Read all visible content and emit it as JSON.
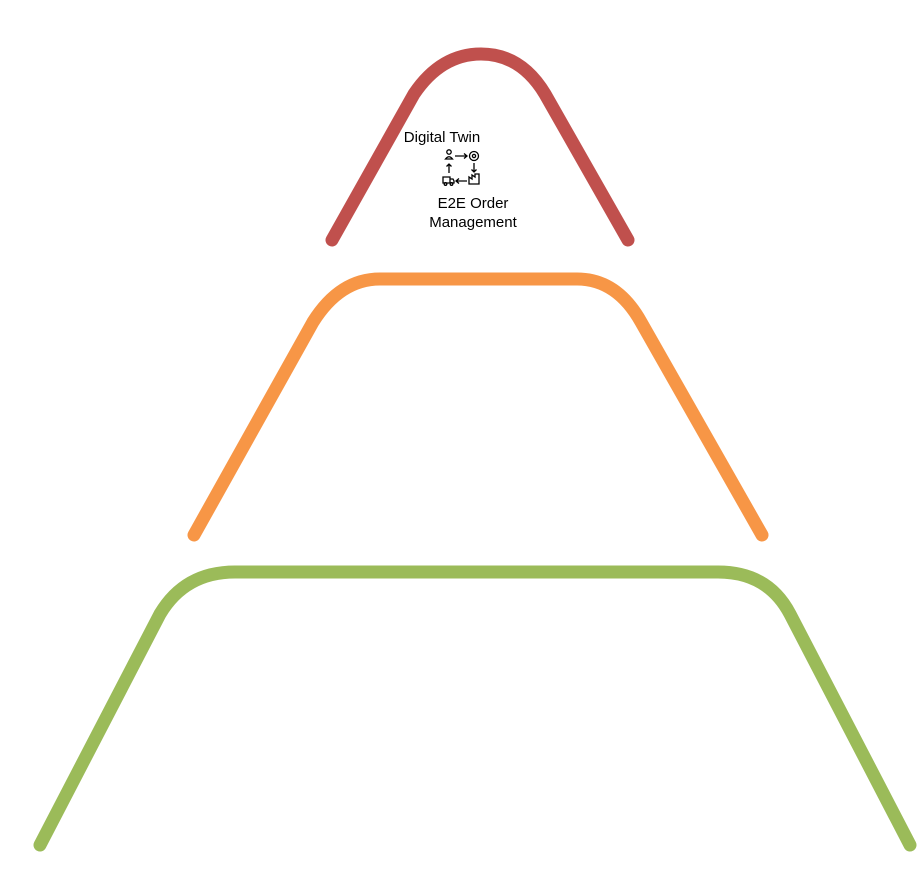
{
  "diagram": {
    "tiers": [
      {
        "name": "top-tier-arc",
        "color": "#C0504D"
      },
      {
        "name": "middle-tier-arc",
        "color": "#F79646"
      },
      {
        "name": "bottom-tier-arc",
        "color": "#9BBB59"
      }
    ],
    "top_tier": {
      "label_line1": "Digital Twin",
      "label_line2": "E2E Order",
      "label_line3": "Management",
      "icon": "order-cycle-icon"
    }
  }
}
